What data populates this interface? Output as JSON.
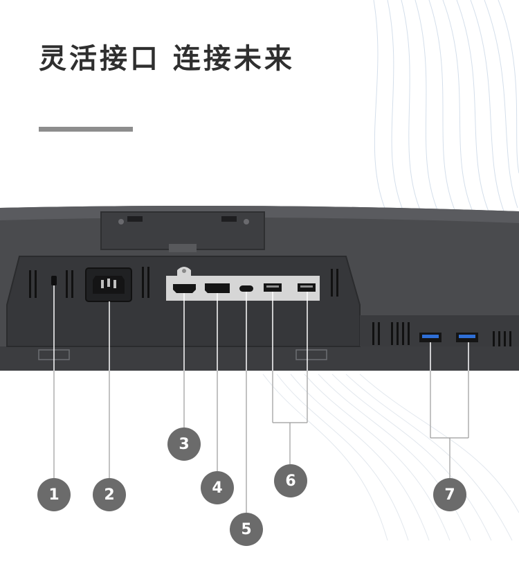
{
  "header": {
    "title": "灵活接口 连接未来"
  },
  "callouts": [
    {
      "number": "1",
      "target": "kensington-lock-slot"
    },
    {
      "number": "2",
      "target": "power-connector"
    },
    {
      "number": "3",
      "target": "hdmi-port"
    },
    {
      "number": "4",
      "target": "displayport"
    },
    {
      "number": "5",
      "target": "usb-c-port"
    },
    {
      "number": "6",
      "target": "usb-downstream-ports-rear"
    },
    {
      "number": "7",
      "target": "usb-superspeed-ports-bottom"
    }
  ],
  "colors": {
    "title": "#2f2f2f",
    "title_rule": "#8d8d8d",
    "monitor_body": "#4a4b4e",
    "port_plate": "#d6d6d6",
    "usb_accent": "#2f6fd6",
    "callout_fill": "#6b6b6b"
  }
}
